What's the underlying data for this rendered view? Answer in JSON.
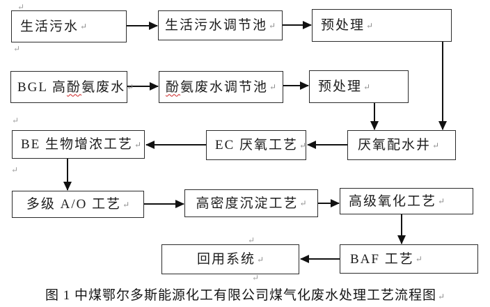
{
  "figure": {
    "caption": "图 1 中煤鄂尔多斯能源化工有限公司煤气化废水处理工艺流程图"
  },
  "marks": {
    "return_mark": "↵"
  },
  "flowchart": {
    "nodes": [
      {
        "id": "domestic-sewage",
        "label": "生活污水"
      },
      {
        "id": "domestic-sewage-regulating-tank",
        "label": "生活污水调节池"
      },
      {
        "id": "pretreatment-1",
        "label": "预处理"
      },
      {
        "id": "bgl-high-phenol-ammonia-wastewater",
        "label_pre": "BGL 高",
        "label_err": "酚",
        "label_post": "氨废水"
      },
      {
        "id": "phenol-ammonia-regulating-tank",
        "label_err": "酚",
        "label_post": "氨废水调节池"
      },
      {
        "id": "pretreatment-2",
        "label": "预处理"
      },
      {
        "id": "be-bio-concentration",
        "label": "BE 生物增浓工艺"
      },
      {
        "id": "ec-anaerobic",
        "label": "EC 厌氧工艺"
      },
      {
        "id": "anaerobic-distribution-well",
        "label": "厌氧配水井"
      },
      {
        "id": "multistage-ao",
        "label": "多级 A/O 工艺"
      },
      {
        "id": "high-density-sedimentation",
        "label": "高密度沉淀工艺"
      },
      {
        "id": "advanced-oxidation",
        "label": "高级氧化工艺"
      },
      {
        "id": "reuse-system",
        "label": "回用系统"
      },
      {
        "id": "baf-process",
        "label": "BAF 工艺"
      }
    ],
    "edges": [
      {
        "from": "domestic-sewage",
        "to": "domestic-sewage-regulating-tank"
      },
      {
        "from": "domestic-sewage-regulating-tank",
        "to": "pretreatment-1"
      },
      {
        "from": "bgl-high-phenol-ammonia-wastewater",
        "to": "phenol-ammonia-regulating-tank"
      },
      {
        "from": "phenol-ammonia-regulating-tank",
        "to": "pretreatment-2"
      },
      {
        "from": "pretreatment-2",
        "to": "anaerobic-distribution-well"
      },
      {
        "from": "pretreatment-1",
        "to": "anaerobic-distribution-well"
      },
      {
        "from": "anaerobic-distribution-well",
        "to": "ec-anaerobic"
      },
      {
        "from": "ec-anaerobic",
        "to": "be-bio-concentration"
      },
      {
        "from": "be-bio-concentration",
        "to": "multistage-ao"
      },
      {
        "from": "multistage-ao",
        "to": "high-density-sedimentation"
      },
      {
        "from": "high-density-sedimentation",
        "to": "advanced-oxidation"
      },
      {
        "from": "advanced-oxidation",
        "to": "baf-process"
      },
      {
        "from": "baf-process",
        "to": "reuse-system"
      }
    ],
    "colors": {
      "box_border": "#2a2a2a",
      "arrow": "#111111",
      "spellcheck_squiggle": "#cc2222",
      "paragraph_mark": "#8a8a8a"
    }
  }
}
